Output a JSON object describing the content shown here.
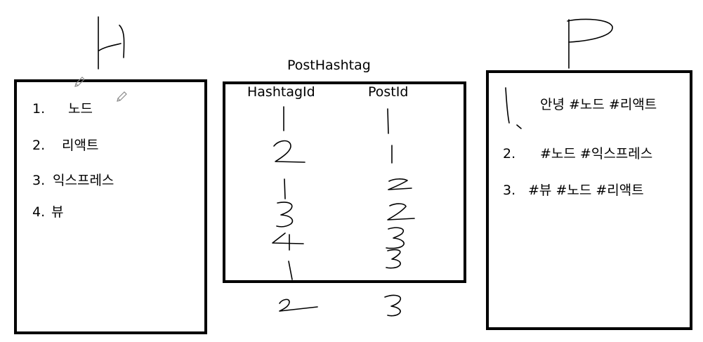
{
  "hashtag_table": {
    "items": [
      {
        "num": "1.",
        "label": "노드"
      },
      {
        "num": "2.",
        "label": "리액트"
      },
      {
        "num": "3.",
        "label": "익스프레스"
      },
      {
        "num": "4.",
        "label": "뷰"
      }
    ]
  },
  "post_hashtag_table": {
    "title": "PostHashtag",
    "columns": [
      "HashtagId",
      "PostId"
    ],
    "rows": [
      {
        "hashtag_id": "1",
        "post_id": "1"
      },
      {
        "hashtag_id": "2",
        "post_id": "1"
      },
      {
        "hashtag_id": "1",
        "post_id": "2"
      },
      {
        "hashtag_id": "3",
        "post_id": "2"
      },
      {
        "hashtag_id": "4",
        "post_id": "3"
      },
      {
        "hashtag_id": "1",
        "post_id": "3"
      },
      {
        "hashtag_id": "2",
        "post_id": "3"
      }
    ]
  },
  "post_table": {
    "items": [
      {
        "num": "1.",
        "text": "안녕 #노드 #리액트"
      },
      {
        "num": "2.",
        "text": "#노드 #익스프레스"
      },
      {
        "num": "3.",
        "text": "#뷰 #노드 #리액트"
      }
    ]
  },
  "colors": {
    "ink": "#000000",
    "background": "#ffffff",
    "pencil_icon": "#8a8a8a"
  },
  "icons": [
    "pencil-icon"
  ]
}
